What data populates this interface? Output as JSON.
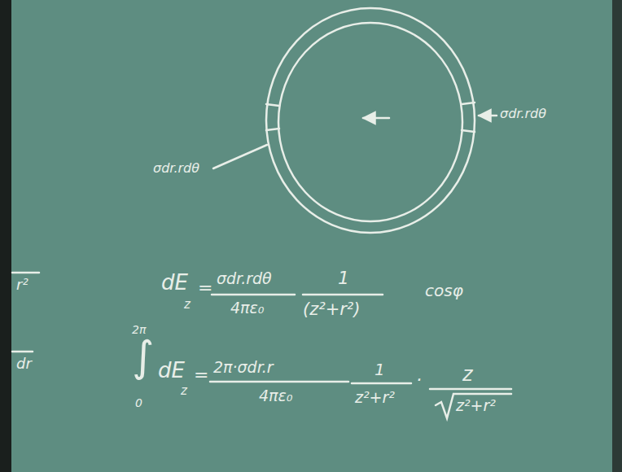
{
  "diagram": {
    "labels": [
      "σdr.rdθ",
      "σdr.rdθ",
      "dE",
      "z",
      "=",
      "σdr.rdθ",
      "4πε₀",
      "1",
      "(z²+r²)",
      "cosφ",
      "2π",
      "∫",
      "0",
      "dE",
      "z",
      "=",
      "2π·σdr.r",
      "4πε₀",
      "1",
      "z²+r²",
      "·",
      "z",
      "z²+r²",
      "r²",
      "dr"
    ]
  }
}
